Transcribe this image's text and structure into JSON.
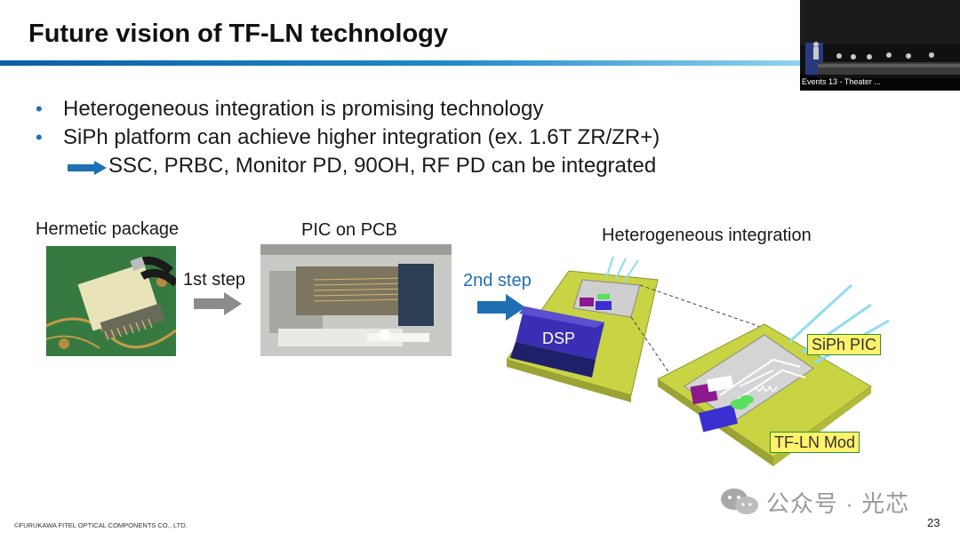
{
  "slide": {
    "title": "Future vision of TF-LN technology",
    "bullets": [
      "Heterogeneous integration is promising technology",
      "SiPh platform can achieve higher integration (ex. 1.6T ZR/ZR+)"
    ],
    "sub_point": "SSC, PRBC, Monitor PD, 90OH, RF PD can be integrated",
    "bullet_glyph": "•"
  },
  "figure": {
    "hermetic_caption": "Hermetic package",
    "pic_pcb_caption": "PIC on PCB",
    "hetero_caption": "Heterogeneous integration",
    "step1": "1st step",
    "step2": "2nd step",
    "dsp_label": "DSP",
    "siph_label": "SiPh PIC",
    "tfln_label": "TF-LN Mod"
  },
  "video": {
    "label": "Events 13 - Theater ..."
  },
  "footer": {
    "copyright": "©FURUKAWA FITEL OPTICAL COMPONENTS CO., LTD.",
    "page_number": "23",
    "watermark": "公众号 · 光芯"
  },
  "colors": {
    "accent_blue": "#1f6fb5",
    "step2_blue": "#1f6fb5",
    "label_yellow": "#fff36b",
    "substrate": "#c9d445"
  }
}
